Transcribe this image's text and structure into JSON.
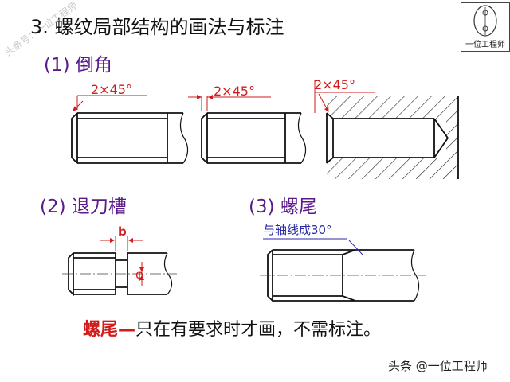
{
  "title": "3. 螺纹局部结构的画法与标注",
  "sections": {
    "chamfer": "(1) 倒角",
    "undercut": "(2) 退刀槽",
    "runout": "(3) 螺尾"
  },
  "dims": {
    "chamfer_1": "2×45°",
    "chamfer_2": "2×45°",
    "chamfer_3": "2×45°",
    "undercut_width": "b",
    "undercut_diameter": "φ",
    "runout_angle": "与轴线成30°"
  },
  "note": {
    "highlight": "螺尾—",
    "rest": "只在有要求时才画，不需标注。"
  },
  "logo": {
    "text": "一位工程师"
  },
  "watermark": "头条号：一位工程师",
  "credit": "头条 @一位工程师",
  "colors": {
    "section": "#5a1a8a",
    "dimension": "#d21b1b",
    "annotation": "#2a2aa8"
  }
}
